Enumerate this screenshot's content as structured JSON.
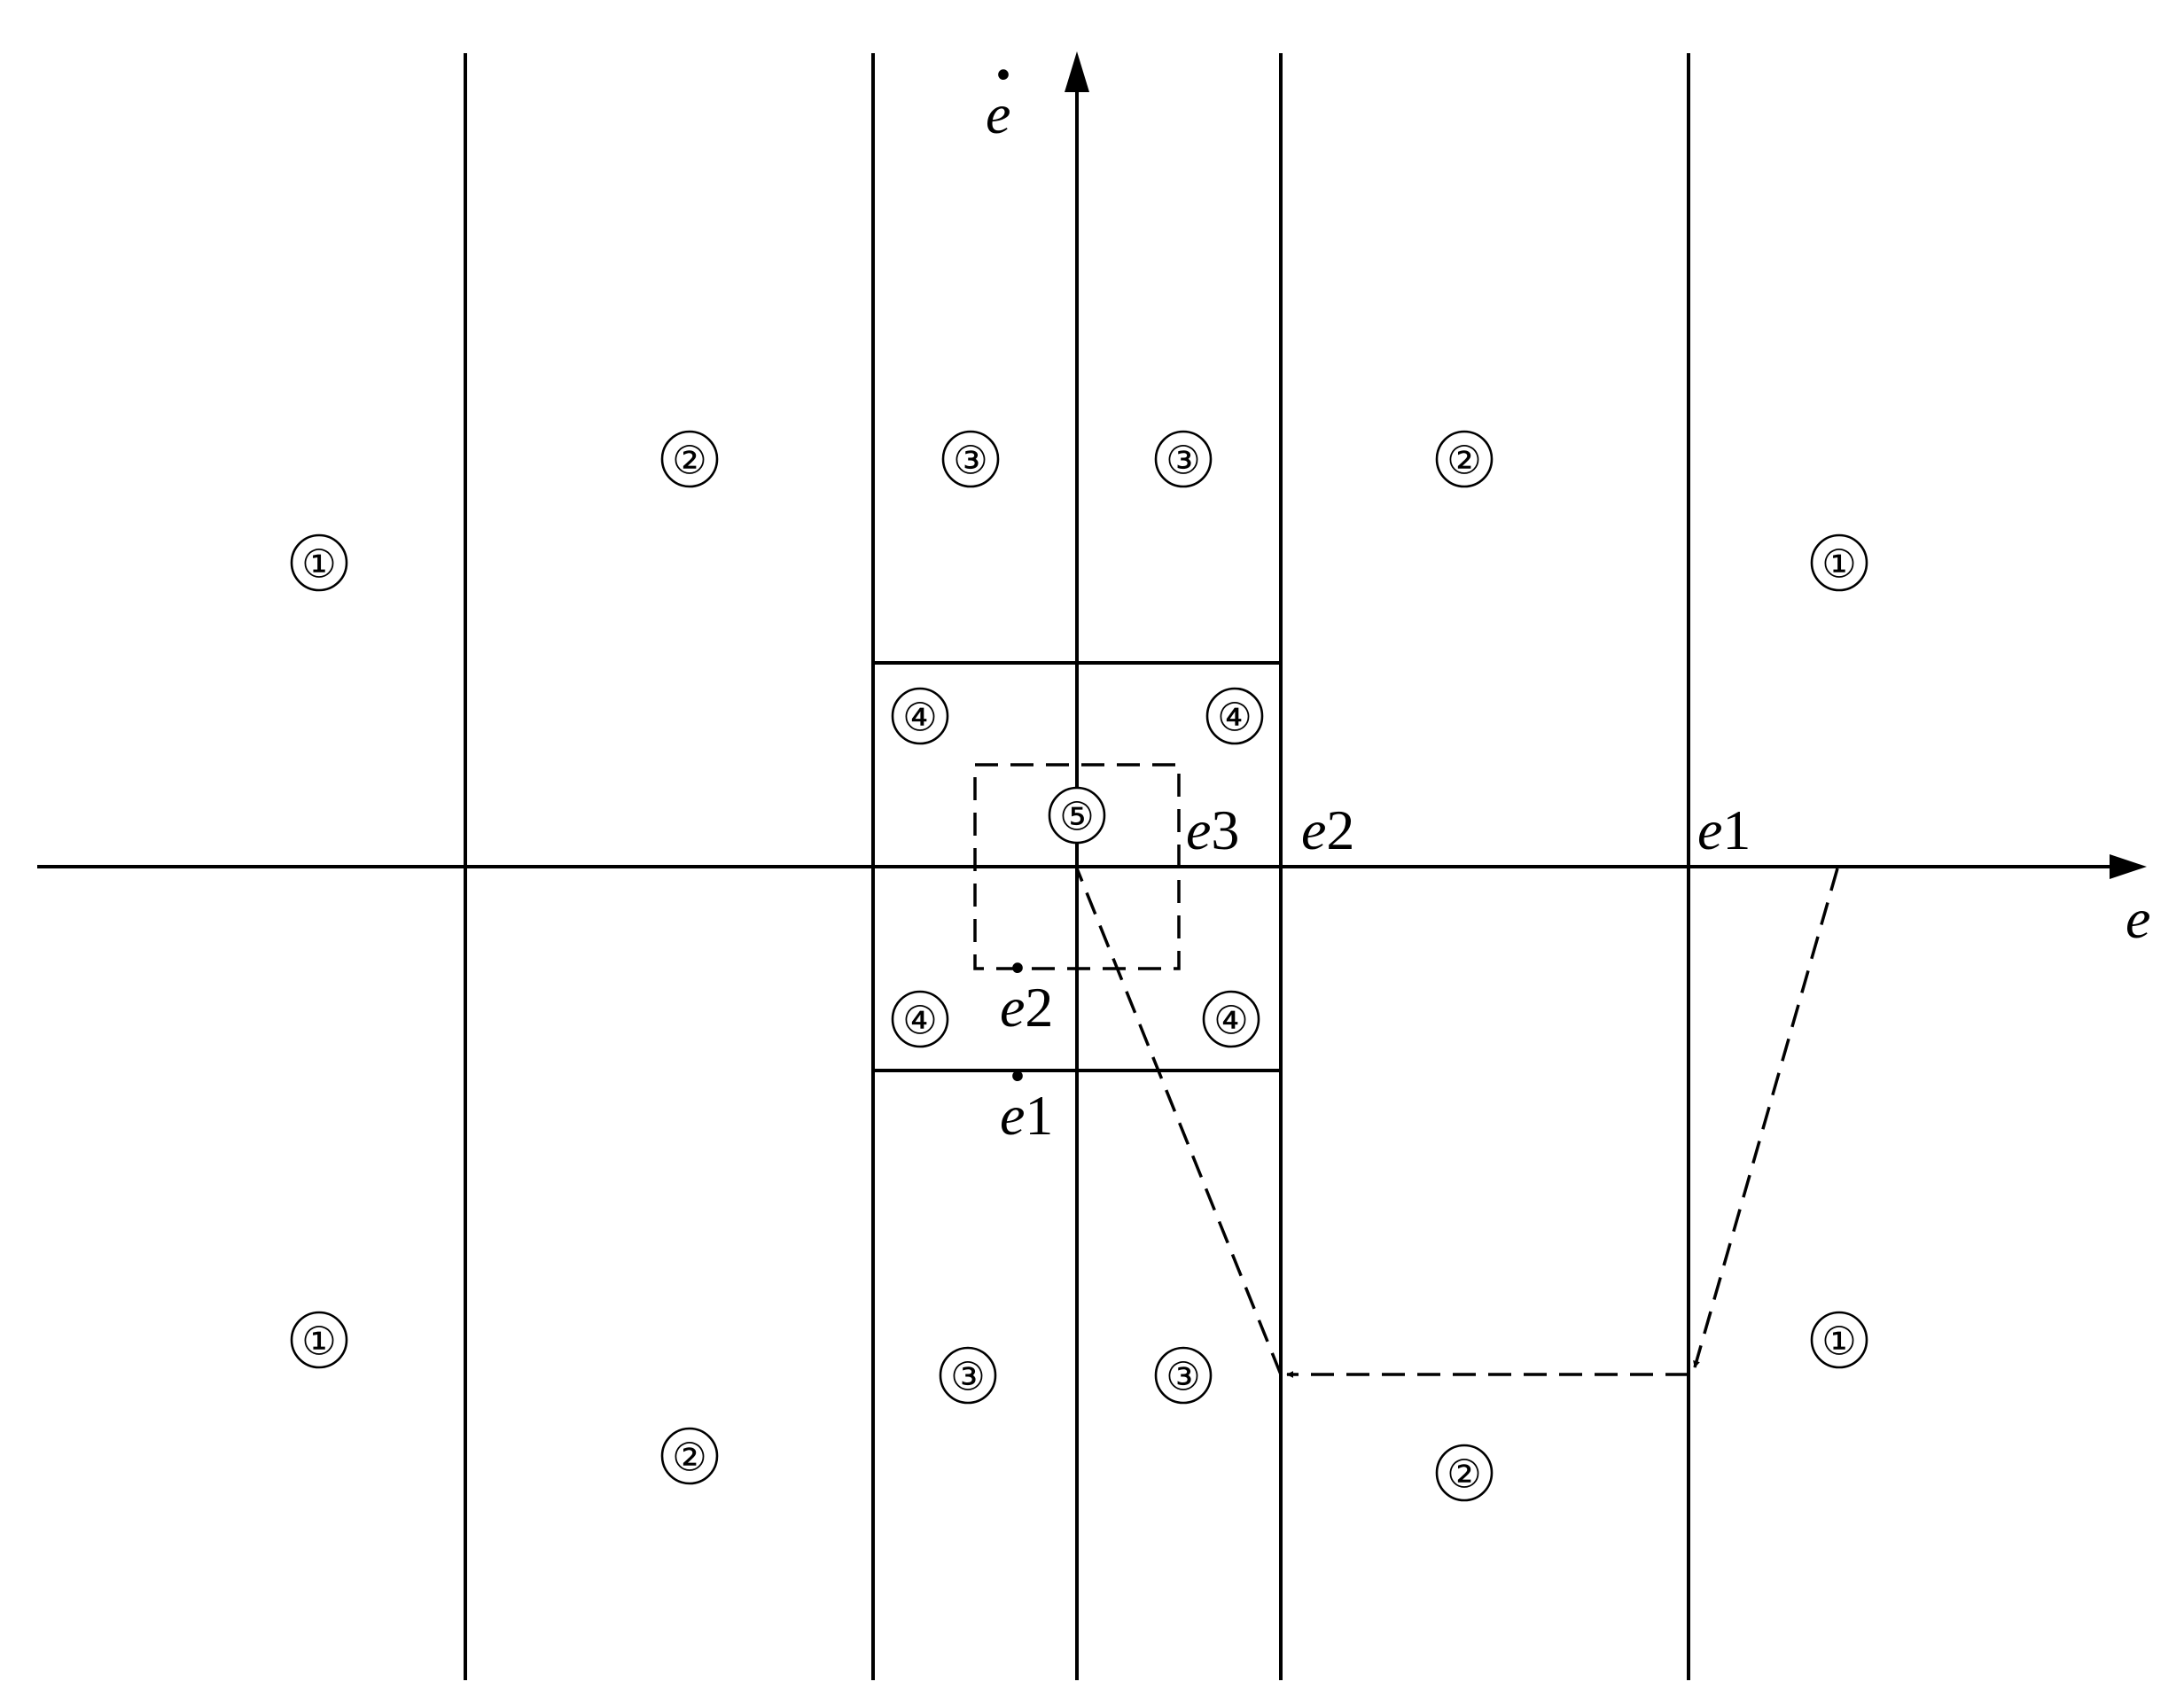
{
  "axes": {
    "horizontal": "e",
    "vertical_base": "e",
    "vertical_dot": "·"
  },
  "boundaries": {
    "e1": {
      "base": "e",
      "sub": "1"
    },
    "e2": {
      "base": "e",
      "sub": "2"
    },
    "e3": {
      "base": "e",
      "sub": "3"
    },
    "edot1": {
      "base": "e",
      "sub": "1",
      "dot": "·"
    },
    "edot2": {
      "base": "e",
      "sub": "2",
      "dot": "·"
    }
  },
  "region_labels": {
    "r1": "①",
    "r2": "②",
    "r3": "③",
    "r4": "④",
    "r5": "⑤"
  },
  "colors": {
    "ink": "#000000",
    "background": "#ffffff"
  }
}
